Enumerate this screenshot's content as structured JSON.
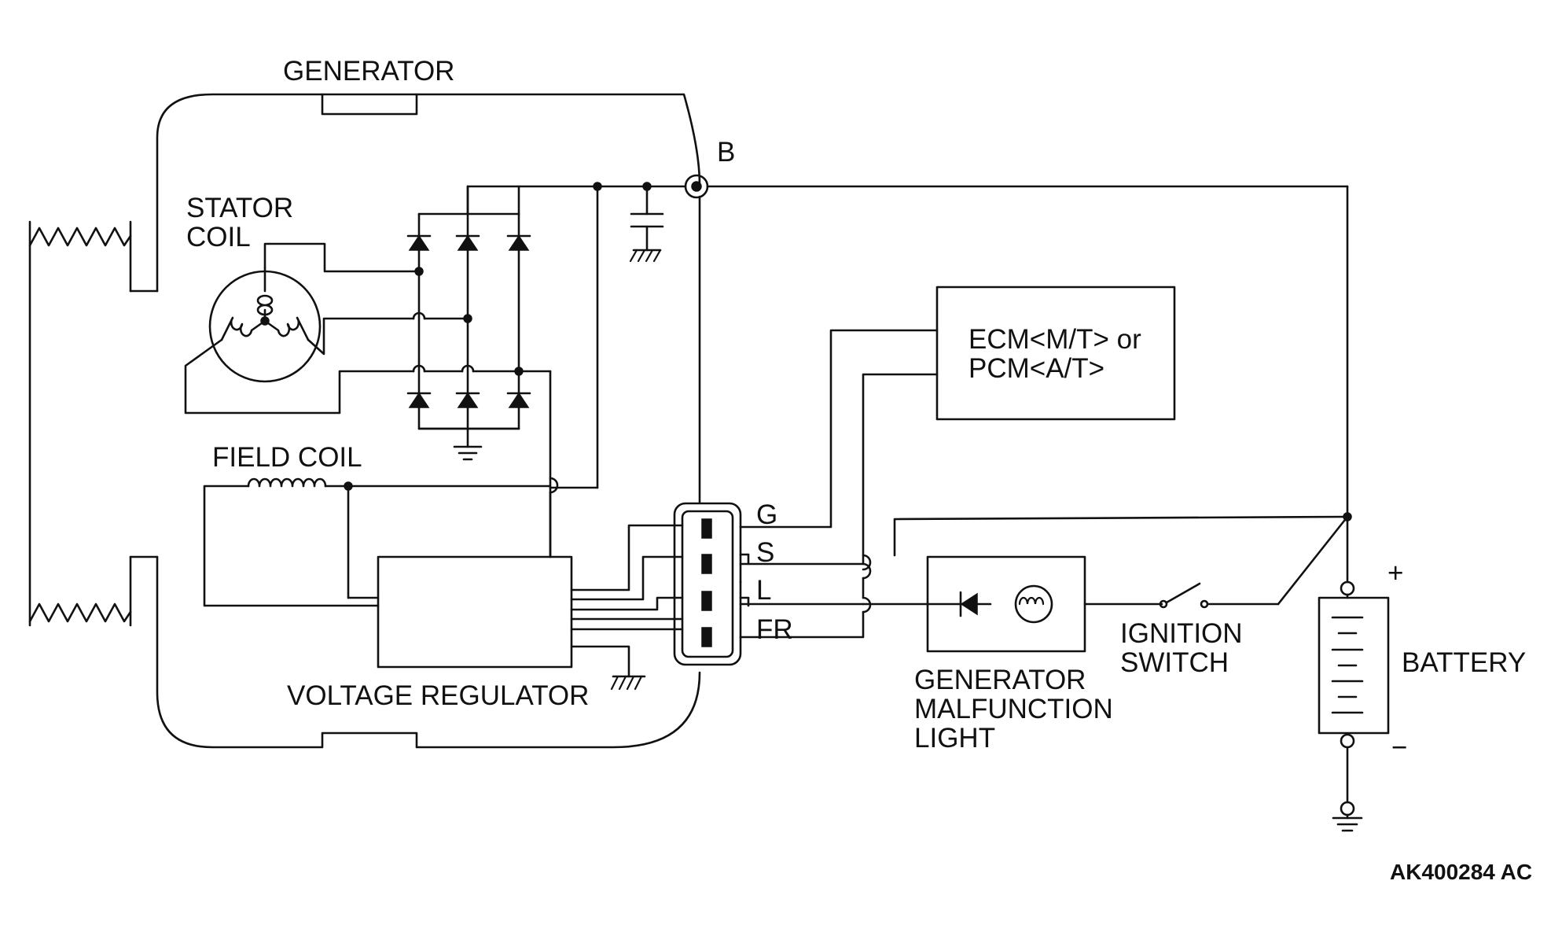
{
  "labels": {
    "generator": "GENERATOR",
    "terminal_b": "B",
    "stator_coil_line1": "STATOR",
    "stator_coil_line2": "COIL",
    "field_coil": "FIELD COIL",
    "voltage_regulator": "VOLTAGE REGULATOR",
    "terminal_g": "G",
    "terminal_s": "S",
    "terminal_l": "L",
    "terminal_fr": "FR",
    "ecm_line1": "ECM<M/T> or",
    "ecm_line2": "PCM<A/T>",
    "malfunction_light_line1": "GENERATOR",
    "malfunction_light_line2": "MALFUNCTION",
    "malfunction_light_line3": "LIGHT",
    "ignition_switch_line1": "IGNITION",
    "ignition_switch_line2": "SWITCH",
    "battery": "BATTERY",
    "battery_plus": "+",
    "battery_minus": "−",
    "reference_code": "AK400284 AC"
  }
}
